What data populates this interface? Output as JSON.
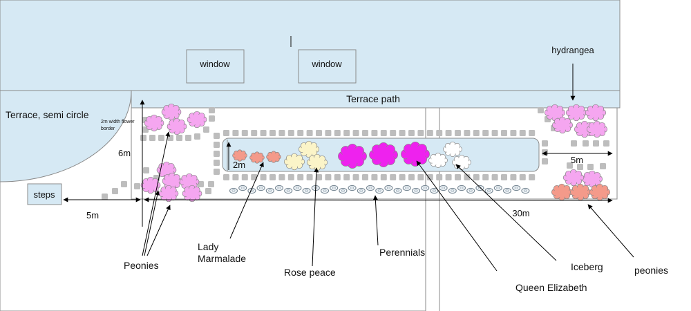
{
  "colors": {
    "house": "#d6e9f4",
    "outline": "#8a8a8a",
    "paver": "#bdbdbd",
    "pink": "#f5a6f0",
    "coral": "#f49a8a",
    "cream": "#fbf4c8",
    "magenta": "#ee22ee",
    "white_rose": "#ffffff"
  },
  "labels": {
    "window_left": "window",
    "window_right": "window",
    "hydrangea": "hydrangea",
    "terrace_path": "Terrace path",
    "terrace_semi": "Terrace, semi circle",
    "border_line1": "2m width flower",
    "border_line2": "border",
    "six_m": "6m",
    "two_m": "2m",
    "five_m_right": "5m",
    "steps": "steps",
    "five_m_bottom": "5m",
    "thirty_m": "30m",
    "peonies_left": "Peonies",
    "lady_line1": "Lady",
    "lady_line2": "Marmalade",
    "rose_peace": "Rose peace",
    "perennials": "Perennials",
    "iceberg": "Iceberg",
    "peonies_right": "peonies",
    "queen_elizabeth": "Queen Elizabeth"
  },
  "icons": {
    "peony_cluster": "pink-flower-cluster-icon",
    "rose_shrub": "rose-shrub-icon",
    "paver": "stepping-stone-icon",
    "perennial": "perennial-ring-icon"
  }
}
